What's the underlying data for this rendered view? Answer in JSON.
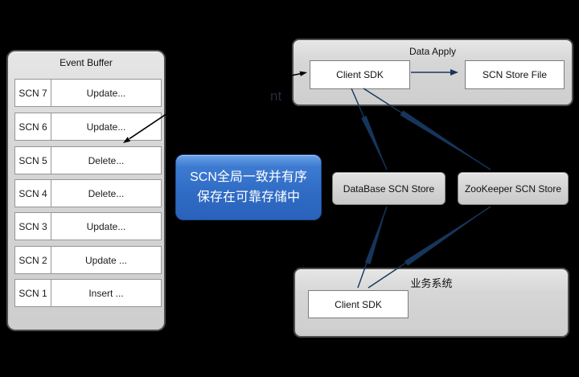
{
  "event_buffer": {
    "title": "Event Buffer",
    "rows": [
      {
        "scn": "SCN 7",
        "op": "Update..."
      },
      {
        "scn": "SCN 6",
        "op": "Update..."
      },
      {
        "scn": "SCN 5",
        "op": "Delete..."
      },
      {
        "scn": "SCN 4",
        "op": "Delete..."
      },
      {
        "scn": "SCN 3",
        "op": "Update..."
      },
      {
        "scn": "SCN 2",
        "op": "Update ..."
      },
      {
        "scn": "SCN 1",
        "op": "Insert ..."
      }
    ]
  },
  "data_apply": {
    "title": "Data Apply",
    "client_sdk_label": "Client SDK",
    "scn_store_file_label": "SCN Store File"
  },
  "stores": {
    "database_label": "DataBase SCN Store",
    "zookeeper_label": "ZooKeeper SCN Store"
  },
  "business_system": {
    "title": "业务系统",
    "client_sdk_label": "Client SDK"
  },
  "callout": {
    "line1": "SCN全局一致并有序",
    "line2": "保存在可靠存储中"
  },
  "fragment_text": "nt",
  "colors": {
    "background": "#000000",
    "panel_gray": "#d6d6d6",
    "arrow_navy": "#16365c",
    "arrow_black": "#000000",
    "callout_blue_top": "#6aa2e4",
    "callout_blue_bottom": "#2a62ba",
    "callout_text": "#ffffff"
  }
}
